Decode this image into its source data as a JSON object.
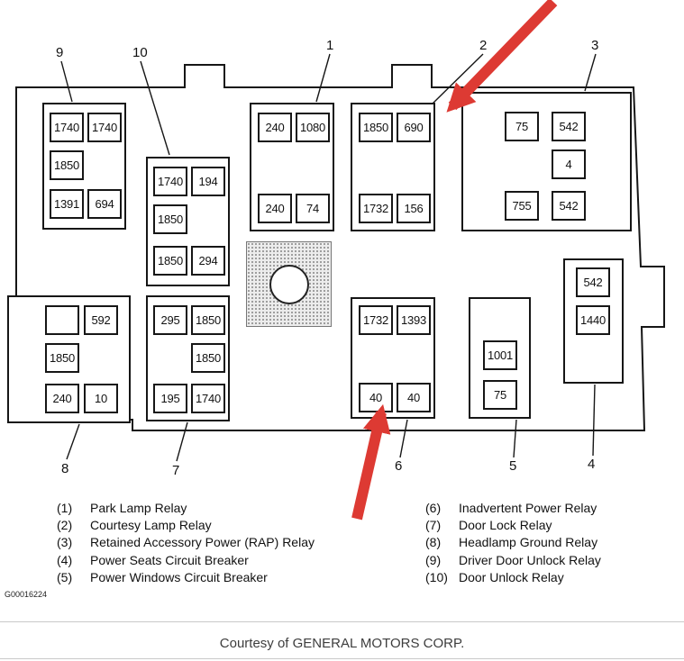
{
  "figure_id": "G00016224",
  "footer": {
    "courtesy": "Courtesy of GENERAL MOTORS CORP."
  },
  "colors": {
    "arrow_red": "#dd3a33"
  },
  "groups": {
    "g1": {
      "callout": "1",
      "fuses": [
        "240",
        "1080",
        "240",
        "74"
      ]
    },
    "g2": {
      "callout": "2",
      "fuses": [
        "1850",
        "690",
        "1732",
        "156"
      ]
    },
    "g3": {
      "callout": "3",
      "fuses": [
        "75",
        "542",
        "4",
        "755",
        "542"
      ]
    },
    "g4": {
      "callout": "4",
      "fuses": [
        "542",
        "1440"
      ]
    },
    "g5": {
      "callout": "5",
      "fuses": [
        "1001",
        "75"
      ]
    },
    "g6": {
      "callout": "6",
      "fuses": [
        "1732",
        "1393",
        "40",
        "40"
      ]
    },
    "g7": {
      "callout": "7",
      "fuses": [
        "295",
        "1850",
        "1850",
        "195",
        "1740"
      ]
    },
    "g8": {
      "callout": "8",
      "fuses": [
        "",
        "592",
        "1850",
        "240",
        "10"
      ]
    },
    "g9": {
      "callout": "9",
      "fuses": [
        "1740",
        "1740",
        "1850",
        "1391",
        "694"
      ]
    },
    "g10": {
      "callout": "10",
      "fuses": [
        "1740",
        "194",
        "1850",
        "1850",
        "294"
      ]
    }
  },
  "legend": {
    "left": [
      {
        "num": "(1)",
        "label": "Park Lamp Relay"
      },
      {
        "num": "(2)",
        "label": "Courtesy Lamp Relay"
      },
      {
        "num": "(3)",
        "label": "Retained Accessory Power (RAP) Relay"
      },
      {
        "num": "(4)",
        "label": "Power Seats Circuit Breaker"
      },
      {
        "num": "(5)",
        "label": "Power Windows Circuit Breaker"
      }
    ],
    "right": [
      {
        "num": "(6)",
        "label": "Inadvertent Power Relay"
      },
      {
        "num": "(7)",
        "label": "Door Lock Relay"
      },
      {
        "num": "(8)",
        "label": "Headlamp Ground Relay"
      },
      {
        "num": "(9)",
        "label": "Driver Door Unlock Relay"
      },
      {
        "num": "(10)",
        "label": "Door Unlock Relay"
      }
    ]
  }
}
